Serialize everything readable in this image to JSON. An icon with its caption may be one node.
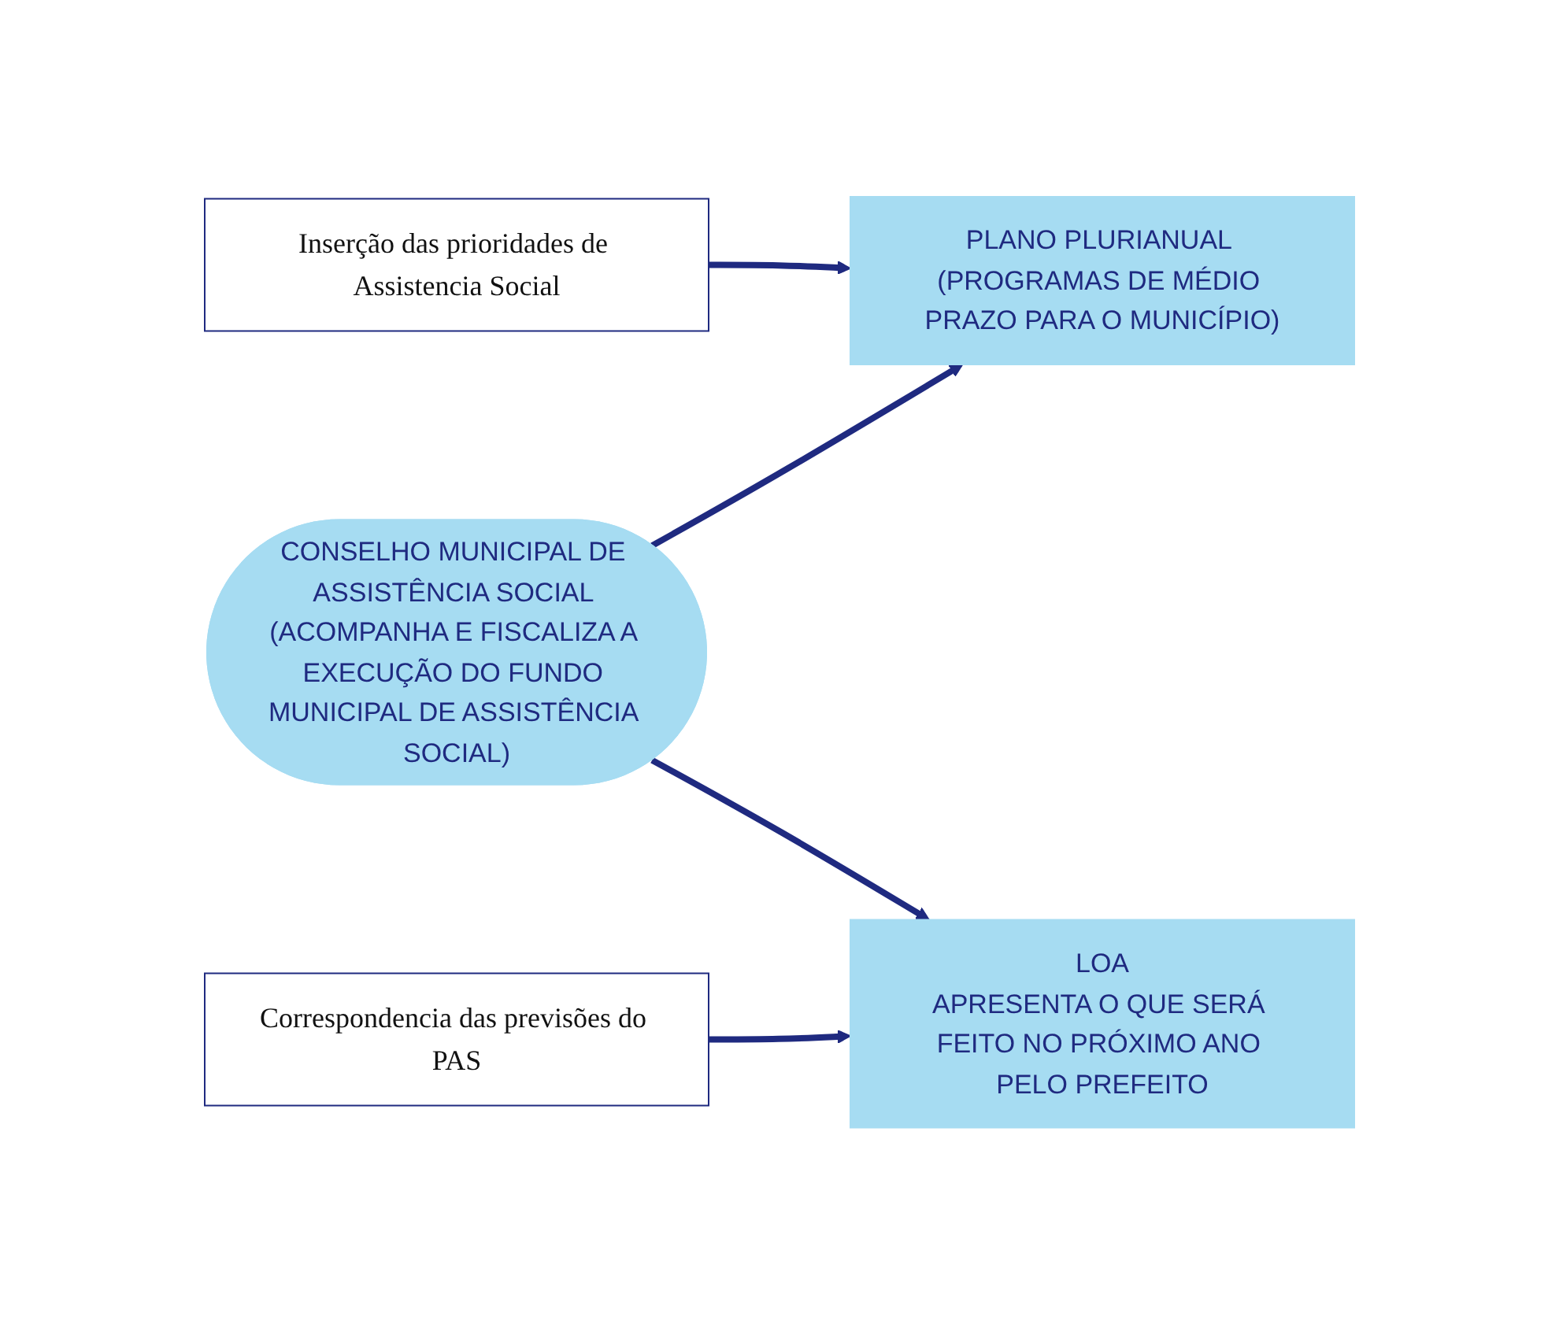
{
  "diagram": {
    "nodes": [
      {
        "text": [
          "CONSELHO MUNICIPAL DE ASSISTÊNCIA SOCIAL (ACOMPANHA E FISCALIZA A EXECUÇÃO DO FUNDO MUNICIPAL DE ASSISTÊNCIA SOCIAL)"
        ]
      },
      {
        "text": [
          "PLANO PLURIANUAL (PROGRAMAS DE MÉDIO PRAZO PARA O MUNICÍPIO)"
        ]
      },
      {
        "text": [
          "Inserção das prioridades de Assistencia Social"
        ]
      },
      {
        "text": [
          "LOA",
          "APRESENTA O QUE SERÁ FEITO NO PRÓXIMO ANO PELO PREFEITO"
        ]
      },
      {
        "text": [
          "Correspondencia das previsões do PAS"
        ]
      }
    ],
    "edges": [
      {
        "from": 0,
        "to": 1,
        "arrow": "to"
      },
      {
        "from": 0,
        "to": 3,
        "arrow": "to"
      },
      {
        "from": 2,
        "to": 1,
        "arrow": "to"
      },
      {
        "from": 4,
        "to": 3,
        "arrow": "to"
      }
    ]
  }
}
